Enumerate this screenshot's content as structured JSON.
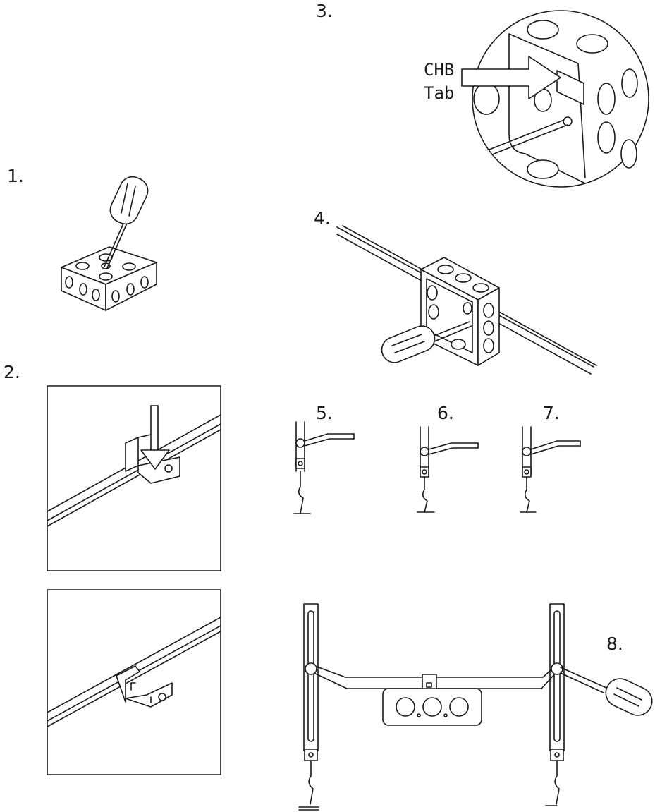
{
  "steps": {
    "s1": "1.",
    "s2": "2.",
    "s3": "3.",
    "s4": "4.",
    "s5": "5.",
    "s6": "6.",
    "s7": "7.",
    "s8": "8."
  },
  "callout": {
    "line1": "CHB",
    "line2": "Tab"
  }
}
